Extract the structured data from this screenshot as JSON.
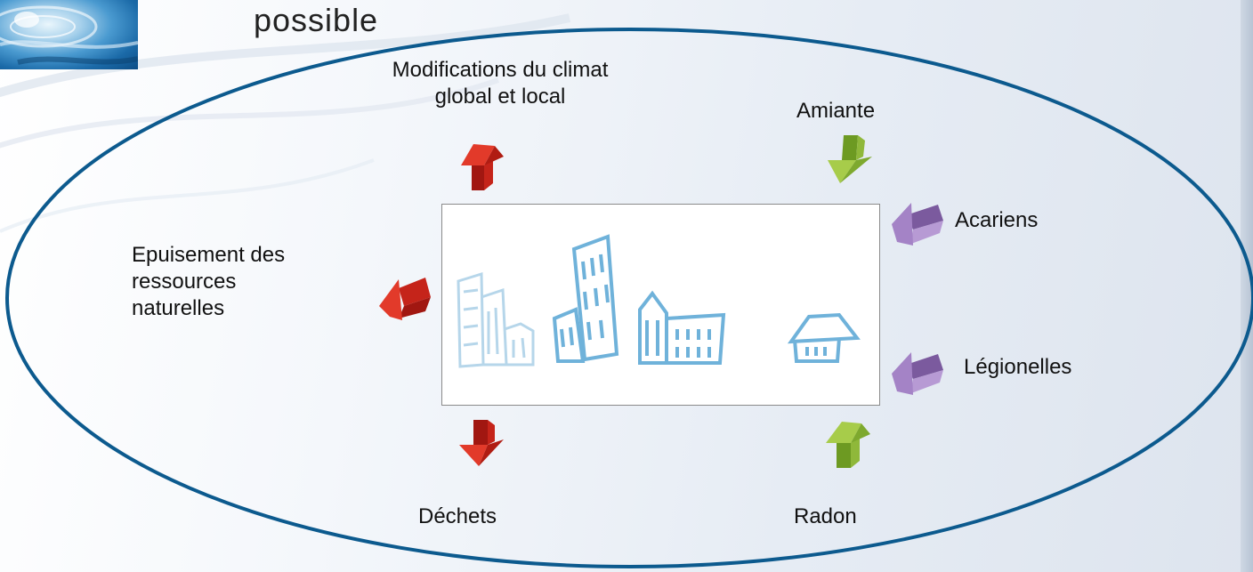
{
  "title": "possible",
  "colors": {
    "ellipse": "#0c5a8e",
    "red_arrow": "#d42a1e",
    "green_arrow": "#8fb83a",
    "purple_arrow": "#a483c6",
    "building": "#6fb2da"
  },
  "diagram": {
    "center": "city-illustration",
    "outgoing": [
      {
        "id": "climat",
        "label_lines": [
          "Modifications du climat",
          "global et local"
        ],
        "direction": "up",
        "color": "red"
      },
      {
        "id": "ressources",
        "label_lines": [
          "Epuisement des",
          "ressources",
          "naturelles"
        ],
        "direction": "left",
        "color": "red"
      },
      {
        "id": "dechets",
        "label_lines": [
          "Déchets"
        ],
        "direction": "down",
        "color": "red"
      }
    ],
    "incoming": [
      {
        "id": "amiante",
        "label_lines": [
          "Amiante"
        ],
        "direction": "down",
        "color": "green"
      },
      {
        "id": "acariens",
        "label_lines": [
          "Acariens"
        ],
        "direction": "left",
        "color": "purple"
      },
      {
        "id": "legionelles",
        "label_lines": [
          "Légionelles"
        ],
        "direction": "left",
        "color": "purple"
      },
      {
        "id": "radon",
        "label_lines": [
          "Radon"
        ],
        "direction": "up",
        "color": "green"
      }
    ]
  }
}
